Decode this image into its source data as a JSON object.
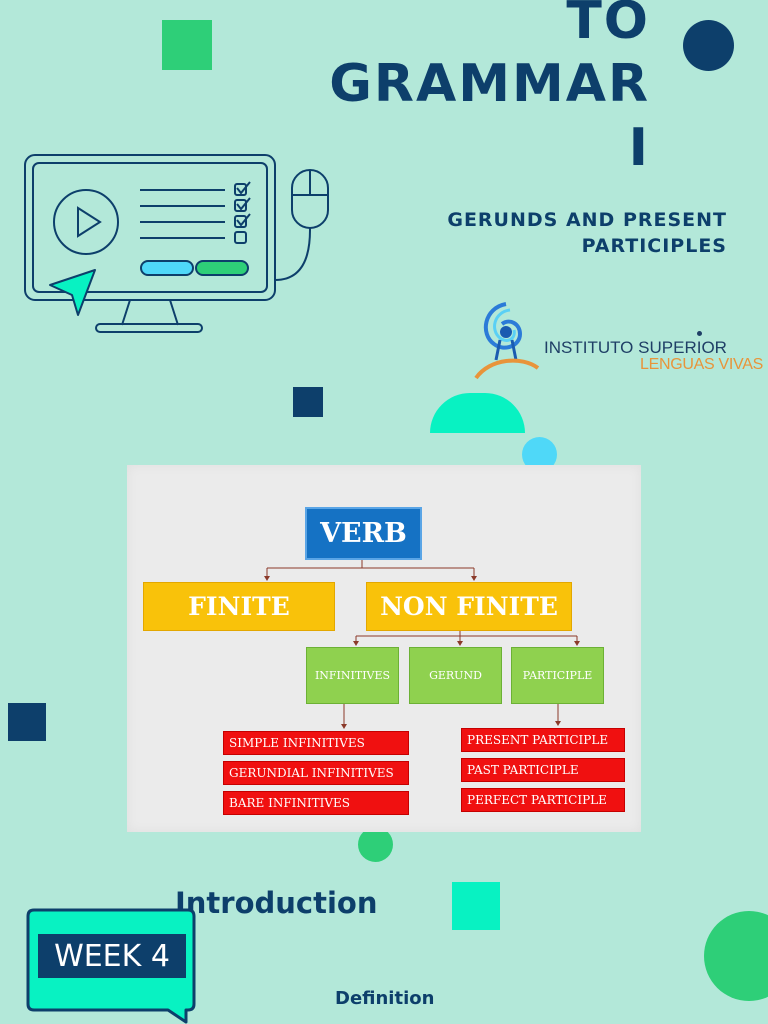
{
  "title": {
    "line1": "TO",
    "line2": "GRAMMAR",
    "line3": "I"
  },
  "subtitle": {
    "line1": "GERUNDS AND PRESENT",
    "line2": "PARTICIPLES"
  },
  "logo": {
    "word1": "INSTITUTO",
    "word2": "SUPERIOR",
    "word3": "LENGUAS VIVAS"
  },
  "diagram": {
    "root": "VERB",
    "branches": [
      "FINITE",
      "NON FINITE"
    ],
    "nonfinite_children": [
      "INFINITIVES",
      "GERUND",
      "PARTICIPLE"
    ],
    "infinitive_types": [
      "SIMPLE INFINITIVES",
      "GERUNDIAL INFINITIVES",
      "BARE INFINITIVES"
    ],
    "participle_types": [
      "PRESENT PARTICIPLE",
      "PAST PARTICIPLE",
      "PERFECT PARTICIPLE"
    ]
  },
  "section_heading": "Introduction",
  "week_badge": "WEEK 4",
  "section_link": "Definition",
  "icons": [
    "monitor-icon",
    "play-icon",
    "checklist-icon",
    "mouse-icon",
    "cursor-pointer-icon",
    "logo-swirl-icon"
  ],
  "colors": {
    "background": "#b3e8d9",
    "navy": "#0d3f6b",
    "green_square": "#2ecf78",
    "mint": "#08f2c2",
    "verb_blue": "#1572c4",
    "finite_yellow": "#f9c20a",
    "leaf_green": "#8fd14f",
    "leaf_red": "#f01010"
  }
}
